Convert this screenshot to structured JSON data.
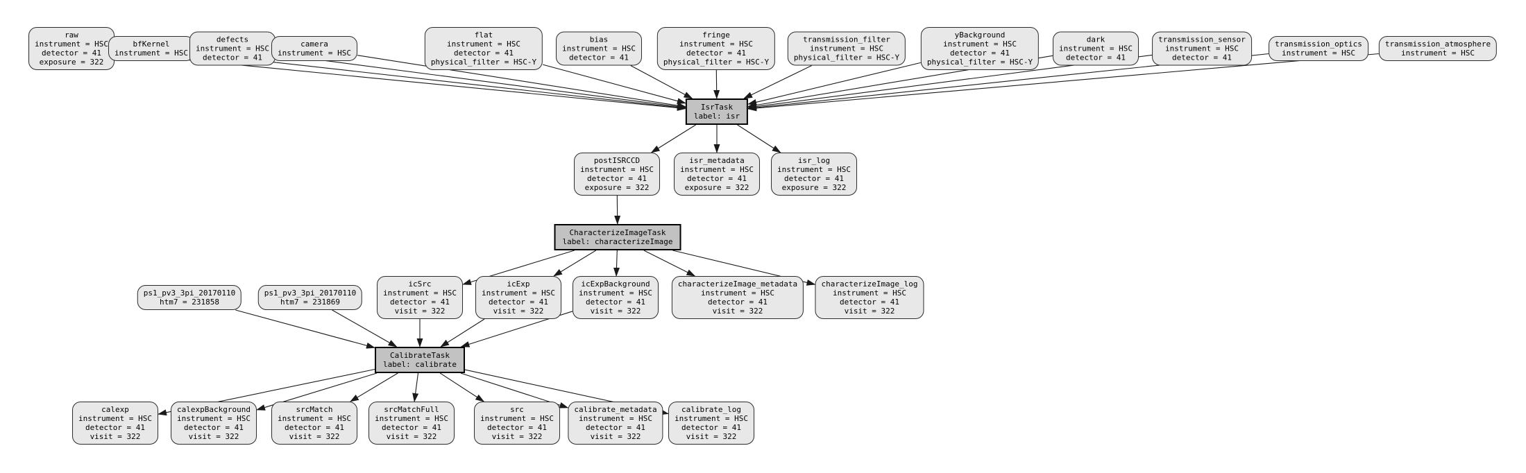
{
  "diagram": {
    "kind": "pipeline-quantum-graph",
    "background_color": "#ffffff",
    "dataset_node_fill": "#e8e8e8",
    "task_node_fill": "#c2c2c2",
    "node_border_color": "#2b2b2b",
    "edge_color": "#1a1a1a",
    "nodes": [
      {
        "id": "raw",
        "type": "dataset",
        "title": "raw",
        "fields": [
          "instrument = HSC",
          "detector = 41",
          "exposure = 322"
        ]
      },
      {
        "id": "bfKernel",
        "type": "dataset",
        "title": "bfKernel",
        "fields": [
          "instrument = HSC"
        ]
      },
      {
        "id": "defects",
        "type": "dataset",
        "title": "defects",
        "fields": [
          "instrument = HSC",
          "detector = 41"
        ]
      },
      {
        "id": "camera",
        "type": "dataset",
        "title": "camera",
        "fields": [
          "instrument = HSC"
        ]
      },
      {
        "id": "flat",
        "type": "dataset",
        "title": "flat",
        "fields": [
          "instrument = HSC",
          "detector = 41",
          "physical_filter = HSC-Y"
        ]
      },
      {
        "id": "bias",
        "type": "dataset",
        "title": "bias",
        "fields": [
          "instrument = HSC",
          "detector = 41"
        ]
      },
      {
        "id": "fringe",
        "type": "dataset",
        "title": "fringe",
        "fields": [
          "instrument = HSC",
          "detector = 41",
          "physical_filter = HSC-Y"
        ]
      },
      {
        "id": "transmission_filter",
        "type": "dataset",
        "title": "transmission_filter",
        "fields": [
          "instrument = HSC",
          "physical_filter = HSC-Y"
        ]
      },
      {
        "id": "yBackground",
        "type": "dataset",
        "title": "yBackground",
        "fields": [
          "instrument = HSC",
          "detector = 41",
          "physical_filter = HSC-Y"
        ]
      },
      {
        "id": "dark",
        "type": "dataset",
        "title": "dark",
        "fields": [
          "instrument = HSC",
          "detector = 41"
        ]
      },
      {
        "id": "transmission_sensor",
        "type": "dataset",
        "title": "transmission_sensor",
        "fields": [
          "instrument = HSC",
          "detector = 41"
        ]
      },
      {
        "id": "transmission_optics",
        "type": "dataset",
        "title": "transmission_optics",
        "fields": [
          "instrument = HSC"
        ]
      },
      {
        "id": "transmission_atmosphere",
        "type": "dataset",
        "title": "transmission_atmosphere",
        "fields": [
          "instrument = HSC"
        ]
      },
      {
        "id": "isr",
        "type": "task",
        "title": "IsrTask",
        "fields": [
          "label: isr"
        ]
      },
      {
        "id": "postISRCCD",
        "type": "dataset",
        "title": "postISRCCD",
        "fields": [
          "instrument = HSC",
          "detector = 41",
          "exposure = 322"
        ]
      },
      {
        "id": "isr_metadata",
        "type": "dataset",
        "title": "isr_metadata",
        "fields": [
          "instrument = HSC",
          "detector = 41",
          "exposure = 322"
        ]
      },
      {
        "id": "isr_log",
        "type": "dataset",
        "title": "isr_log",
        "fields": [
          "instrument = HSC",
          "detector = 41",
          "exposure = 322"
        ]
      },
      {
        "id": "characterizeImage",
        "type": "task",
        "title": "CharacterizeImageTask",
        "fields": [
          "label: characterizeImage"
        ]
      },
      {
        "id": "ps1_231858",
        "type": "dataset",
        "title": "ps1_pv3_3pi_20170110",
        "fields": [
          "htm7 = 231858"
        ]
      },
      {
        "id": "ps1_231869",
        "type": "dataset",
        "title": "ps1_pv3_3pi_20170110",
        "fields": [
          "htm7 = 231869"
        ]
      },
      {
        "id": "icSrc",
        "type": "dataset",
        "title": "icSrc",
        "fields": [
          "instrument = HSC",
          "detector = 41",
          "visit = 322"
        ]
      },
      {
        "id": "icExp",
        "type": "dataset",
        "title": "icExp",
        "fields": [
          "instrument = HSC",
          "detector = 41",
          "visit = 322"
        ]
      },
      {
        "id": "icExpBackground",
        "type": "dataset",
        "title": "icExpBackground",
        "fields": [
          "instrument = HSC",
          "detector = 41",
          "visit = 322"
        ]
      },
      {
        "id": "characterizeImage_metadata",
        "type": "dataset",
        "title": "characterizeImage_metadata",
        "fields": [
          "instrument = HSC",
          "detector = 41",
          "visit = 322"
        ]
      },
      {
        "id": "characterizeImage_log",
        "type": "dataset",
        "title": "characterizeImage_log",
        "fields": [
          "instrument = HSC",
          "detector = 41",
          "visit = 322"
        ]
      },
      {
        "id": "calibrate",
        "type": "task",
        "title": "CalibrateTask",
        "fields": [
          "label: calibrate"
        ]
      },
      {
        "id": "calexp",
        "type": "dataset",
        "title": "calexp",
        "fields": [
          "instrument = HSC",
          "detector = 41",
          "visit = 322"
        ]
      },
      {
        "id": "calexpBackground",
        "type": "dataset",
        "title": "calexpBackground",
        "fields": [
          "instrument = HSC",
          "detector = 41",
          "visit = 322"
        ]
      },
      {
        "id": "srcMatch",
        "type": "dataset",
        "title": "srcMatch",
        "fields": [
          "instrument = HSC",
          "detector = 41",
          "visit = 322"
        ]
      },
      {
        "id": "srcMatchFull",
        "type": "dataset",
        "title": "srcMatchFull",
        "fields": [
          "instrument = HSC",
          "detector = 41",
          "visit = 322"
        ]
      },
      {
        "id": "src",
        "type": "dataset",
        "title": "src",
        "fields": [
          "instrument = HSC",
          "detector = 41",
          "visit = 322"
        ]
      },
      {
        "id": "calibrate_metadata",
        "type": "dataset",
        "title": "calibrate_metadata",
        "fields": [
          "instrument = HSC",
          "detector = 41",
          "visit = 322"
        ]
      },
      {
        "id": "calibrate_log",
        "type": "dataset",
        "title": "calibrate_log",
        "fields": [
          "instrument = HSC",
          "detector = 41",
          "visit = 322"
        ]
      }
    ],
    "edges": [
      [
        "raw",
        "isr"
      ],
      [
        "bfKernel",
        "isr"
      ],
      [
        "defects",
        "isr"
      ],
      [
        "camera",
        "isr"
      ],
      [
        "flat",
        "isr"
      ],
      [
        "bias",
        "isr"
      ],
      [
        "fringe",
        "isr"
      ],
      [
        "transmission_filter",
        "isr"
      ],
      [
        "yBackground",
        "isr"
      ],
      [
        "dark",
        "isr"
      ],
      [
        "transmission_sensor",
        "isr"
      ],
      [
        "transmission_optics",
        "isr"
      ],
      [
        "transmission_atmosphere",
        "isr"
      ],
      [
        "isr",
        "postISRCCD"
      ],
      [
        "isr",
        "isr_metadata"
      ],
      [
        "isr",
        "isr_log"
      ],
      [
        "postISRCCD",
        "characterizeImage"
      ],
      [
        "characterizeImage",
        "icSrc"
      ],
      [
        "characterizeImage",
        "icExp"
      ],
      [
        "characterizeImage",
        "icExpBackground"
      ],
      [
        "characterizeImage",
        "characterizeImage_metadata"
      ],
      [
        "characterizeImage",
        "characterizeImage_log"
      ],
      [
        "ps1_231858",
        "calibrate"
      ],
      [
        "ps1_231869",
        "calibrate"
      ],
      [
        "icSrc",
        "calibrate"
      ],
      [
        "icExp",
        "calibrate"
      ],
      [
        "icExpBackground",
        "calibrate"
      ],
      [
        "calibrate",
        "calexp"
      ],
      [
        "calibrate",
        "calexpBackground"
      ],
      [
        "calibrate",
        "srcMatch"
      ],
      [
        "calibrate",
        "srcMatchFull"
      ],
      [
        "calibrate",
        "src"
      ],
      [
        "calibrate",
        "calibrate_metadata"
      ],
      [
        "calibrate",
        "calibrate_log"
      ]
    ]
  }
}
